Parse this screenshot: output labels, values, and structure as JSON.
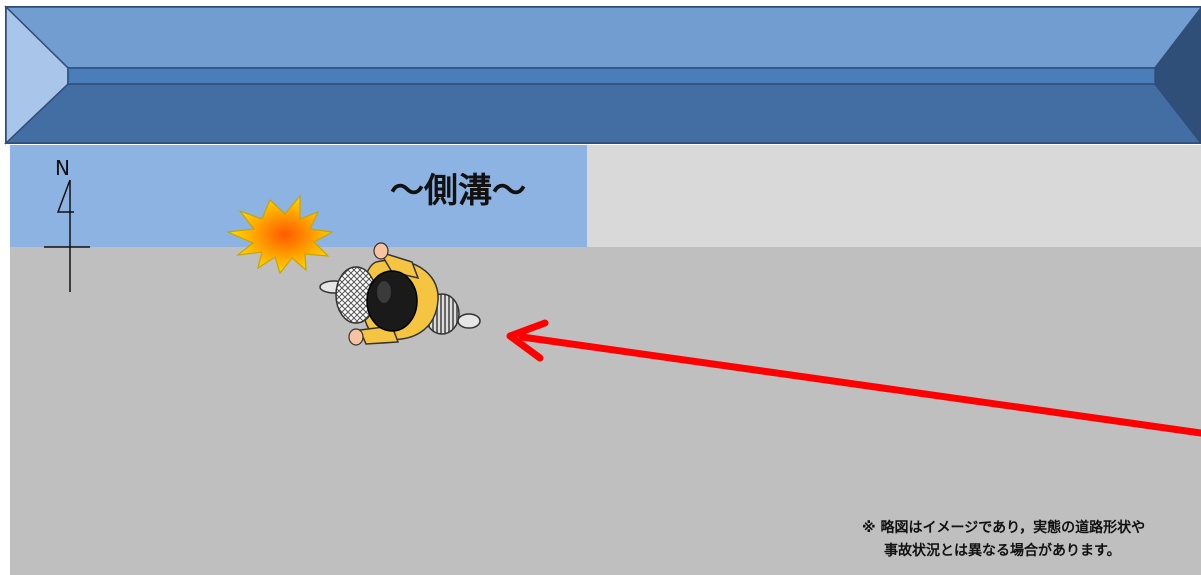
{
  "diagram": {
    "gutter_label": "～側溝～",
    "north_letter": "N",
    "note": {
      "line1": "※ 略図はイメージであり，実態の道路形状や",
      "line2": "事故状況とは異なる場合があります。"
    },
    "colors": {
      "bridge_light": "#6f9bce",
      "bridge_mid": "#4f7fb8",
      "bridge_dark": "#3d6697",
      "bridge_outline": "#2f4f78",
      "gutter": "#8db3e2",
      "sidewalk": "#d9d9d9",
      "road": "#bfbfbf",
      "arrow": "#ff0000",
      "rider_jacket": "#f5c542",
      "helmet": "#1a1a1a",
      "impact": "#ffd400"
    },
    "icons": [
      "north-arrow-icon",
      "impact-icon",
      "motorcycle-rider-icon",
      "travel-direction-arrow-icon"
    ]
  }
}
